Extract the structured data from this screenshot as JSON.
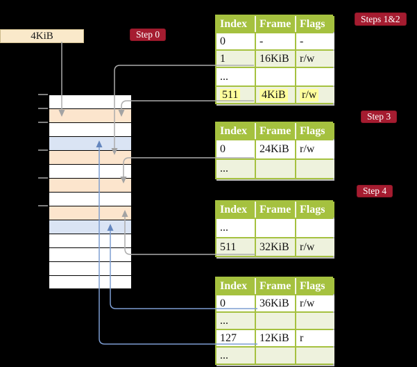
{
  "root_pointer": {
    "label": "4KiB"
  },
  "badges": {
    "step0": "Step 0",
    "steps12": "Steps 1&2",
    "step3": "Step 3",
    "step4": "Step 4"
  },
  "memory": {
    "rows": [
      "white",
      "peach",
      "white",
      "blue",
      "peach",
      "white",
      "peach",
      "white",
      "peach",
      "blue",
      "white",
      "white",
      "white",
      "white"
    ],
    "tick_offsets": [
      0,
      20,
      40,
      80,
      120,
      160
    ]
  },
  "tables": [
    {
      "id": "steps12",
      "headers": [
        "Index",
        "Frame",
        "Flags"
      ],
      "rows": [
        {
          "cells": [
            "0",
            "-",
            "-"
          ]
        },
        {
          "cells": [
            "1",
            "16KiB",
            "r/w"
          ]
        },
        {
          "cells": [
            "...",
            "",
            ""
          ]
        },
        {
          "cells": [
            "511",
            "4KiB",
            "r/w"
          ],
          "highlight": true
        }
      ]
    },
    {
      "id": "step3",
      "headers": [
        "Index",
        "Frame",
        "Flags"
      ],
      "rows": [
        {
          "cells": [
            "0",
            "24KiB",
            "r/w"
          ]
        },
        {
          "cells": [
            "...",
            "",
            ""
          ]
        }
      ]
    },
    {
      "id": "step4",
      "headers": [
        "Index",
        "Frame",
        "Flags"
      ],
      "rows": [
        {
          "cells": [
            "...",
            "",
            ""
          ]
        },
        {
          "cells": [
            "511",
            "32KiB",
            "r/w"
          ]
        }
      ]
    },
    {
      "id": "final",
      "headers": [
        "Index",
        "Frame",
        "Flags"
      ],
      "rows": [
        {
          "cells": [
            "0",
            "36KiB",
            "r/w"
          ]
        },
        {
          "cells": [
            "...",
            "",
            ""
          ]
        },
        {
          "cells": [
            "127",
            "12KiB",
            "r"
          ]
        },
        {
          "cells": [
            "...",
            "",
            ""
          ]
        }
      ]
    }
  ],
  "colors": {
    "background": "#000000",
    "badge_red": "#A51C30",
    "root_box_fill": "#FAE9CA",
    "table_green": "#A5C13F",
    "table_row_alt": "#EEF2DD",
    "highlight_yellow": "#FFFF9C",
    "frame_peach": "#FCE5CD",
    "frame_blue": "#DAE4F4",
    "arrow_gray": "#ACACAC",
    "arrow_blue": "#7D9DD2",
    "tick_gray": "#7F7F7F"
  }
}
